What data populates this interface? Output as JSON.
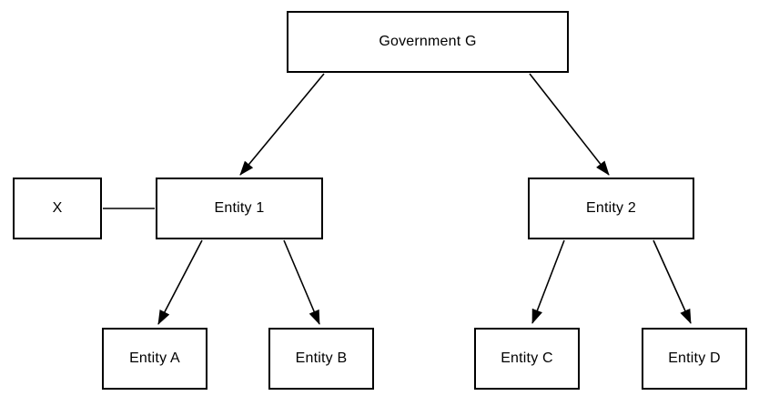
{
  "diagram": {
    "type": "hierarchy",
    "background_color": "#ffffff",
    "line_color": "#000000",
    "text_color": "#000000",
    "nodes": {
      "government": {
        "label": "Government G"
      },
      "x": {
        "label": "X"
      },
      "entity1": {
        "label": "Entity 1"
      },
      "entity2": {
        "label": "Entity 2"
      },
      "entityA": {
        "label": "Entity A"
      },
      "entityB": {
        "label": "Entity B"
      },
      "entityC": {
        "label": "Entity C"
      },
      "entityD": {
        "label": "Entity D"
      }
    },
    "edges": [
      {
        "from": "Government G",
        "to": "Entity 1",
        "style": "arrow"
      },
      {
        "from": "Government G",
        "to": "Entity 2",
        "style": "arrow"
      },
      {
        "from": "X",
        "to": "Entity 1",
        "style": "plain-line"
      },
      {
        "from": "Entity 1",
        "to": "Entity A",
        "style": "arrow"
      },
      {
        "from": "Entity 1",
        "to": "Entity B",
        "style": "arrow"
      },
      {
        "from": "Entity 2",
        "to": "Entity C",
        "style": "arrow"
      },
      {
        "from": "Entity 2",
        "to": "Entity D",
        "style": "arrow"
      }
    ]
  }
}
